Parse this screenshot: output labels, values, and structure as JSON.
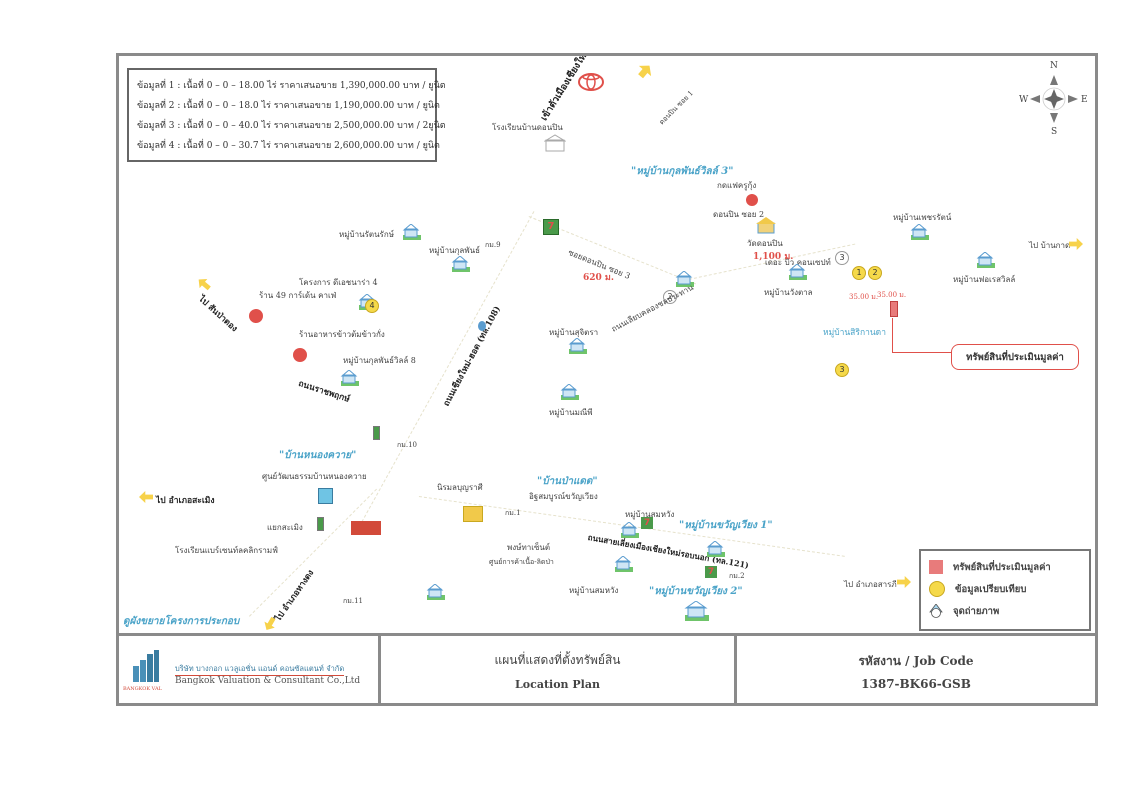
{
  "info_box": {
    "rows": [
      "ข้อมูลที่ 1 : เนื้อที่  0 – 0 – 18.00 ไร่ ราคาเสนอขาย 1,390,000.00 บาท / ยูนิต",
      "ข้อมูลที่ 2 : เนื้อที่  0 – 0 – 18.0 ไร่  ราคาเสนอขาย  1,190,000.00 บาท / ยูนิต",
      "ข้อมูลที่ 3 : เนื้อที่  0 – 0 – 40.0 ไร่  ราคาเสนอขาย  2,500,000.00 บาท / 2ยูนิต",
      "ข้อมูลที่ 4 : เนื้อที่  0 – 0 – 30.7 ไร่  ราคาเสนอขาย  2,600,000.00 บาท / ยูนิต"
    ]
  },
  "compass": {
    "n": "N",
    "s": "S",
    "e": "E",
    "w": "W"
  },
  "map_labels": {
    "to_city": "เข้าตัวเมืองเชียงใหม่",
    "school": "โรงเรียนบ้านดอนปิน",
    "soi1": "ดอนปิน ซอย 1",
    "village_kulphan3": "\"หมู่บ้านกุลพันธ์วิลล์ 3\"",
    "cafe": "กดแฟครูกุ้ง",
    "soi2": "ดอนปิน ซอย 2",
    "temple": "วัดดอนปิน",
    "soi3": "ซอยดอนปิน ซอย 3",
    "dist_620": "620 ม.",
    "condo": "เดอะ บิว คอนเซปท์",
    "dist_1100": "1,100 ม.",
    "v_petcharat": "หมู่บ้านเพชรรัตน์",
    "to_bankad": "ไป บ้านกาด",
    "v_wangtan": "หมู่บ้านวังตาล",
    "v_forest": "หมู่บ้านฟอเรสวิลล์",
    "dist_35a": "35.00 ม.",
    "dist_35b": "35.00 ม.",
    "v_sirikarn": "หมู่บ้านสิริกานดา",
    "canal_road": "ถนนเลียบคลองชลประทาน",
    "v_sujitra": "หมู่บ้านสุจิตรา",
    "v_manipee": "หมู่บ้านมณีพี",
    "highway108": "ถนนเชียงใหม่-ฮอด (ทล.108)",
    "v_rattanarak": "หมู่บ้านรัตนรักษ์",
    "v_kulphan": "หมู่บ้านกุลพันธ์",
    "km9": "กม.9",
    "project4": "โครงการ ดีเอชนาร่า 4",
    "shop49": "ร้าน 49 การ์เด้น คาเฟ่",
    "to_sanpatong": "ไป สันป่าตอง",
    "restaurant": "ร้านอาหารข้าวต้มข้าวกั่ง",
    "v_kulphan8": "หมู่บ้านกุลพันธ์วิลล์ 8",
    "ratchaphruek": "ถนนราชพฤกษ์",
    "km10": "กม.10",
    "v_nongkhwai": "\"บ้านหนองควาย\"",
    "culture_center": "ศูนย์วัฒนธรรมบ้านหนองควาย",
    "to_samoeng": "ไป อำเภอสะเมิง",
    "samoeng_junction": "แยกสะเมิง",
    "hotel": "โรงเรียนแบร์เซนท์ลคลิกรามฟ์",
    "to_hangdong": "ไป อำเภอหางดง",
    "km11": "กม.11",
    "expansion_note": "ดูผังขยายโครงการประกอบ",
    "v_padad": "\"บ้านป่าแดด\"",
    "market": "นิรมลบุญราศี",
    "km1": "กม.1",
    "store": "อิฐสมบูรณ์ขวัญเวียง",
    "stadium": "พงษ์ทาเซ็นต์",
    "temple2": "ศูนย์การค้าเนื้อ-ลิดป่า",
    "v_somwang1": "หมู่บ้านสมหวัง",
    "v_kwanwiang1": "\"หมู่บ้านขวัญเวียง 1\"",
    "outer_ring": "ถนนสายเลี่ยงเมืองเชียงใหม่รอบนอก (ทล.121)",
    "v_somwang2": "หมู่บ้านสมหวัง",
    "km2": "กม.2",
    "v_kwanwiang2": "\"หมู่บ้านขวัญเวียง 2\"",
    "to_sarapee": "ไป อำเภอสารภี",
    "callout": "ทรัพย์สินที่ประเมินมูลค่า",
    "badge1": "1",
    "badge2": "2",
    "badge3": "3",
    "badge4": "4",
    "photo2": "2",
    "photo3": "3"
  },
  "legend": {
    "items": [
      {
        "label": "ทรัพย์สินที่ประเมินมูลค่า",
        "color": "#e87b7b"
      },
      {
        "label": "ข้อมูลเปรียบเทียบ",
        "color": "#f5d94a"
      },
      {
        "label": "จุดถ่ายภาพ",
        "color": "#a7d6ee"
      }
    ]
  },
  "footer": {
    "company_th": "บริษัท บางกอก แวลูเอชั่น แอนด์ คอนซัลแตนท์ จำกัด",
    "company_en": "Bangkok Valuation & Consultant Co.,Ltd",
    "logo_text": "BANGKOK VAL",
    "title_th": "แผนที่แสดงที่ตั้งทรัพย์สิน",
    "title_en": "Location Plan",
    "job_code_label": "รหัสงาน / Job Code",
    "job_code": "1387-BK66-GSB"
  },
  "colors": {
    "border": "#8a8a8a",
    "accent_red": "#e0504a",
    "village_blue": "#4aa3c8",
    "highlight_yellow": "#f5d94a"
  }
}
